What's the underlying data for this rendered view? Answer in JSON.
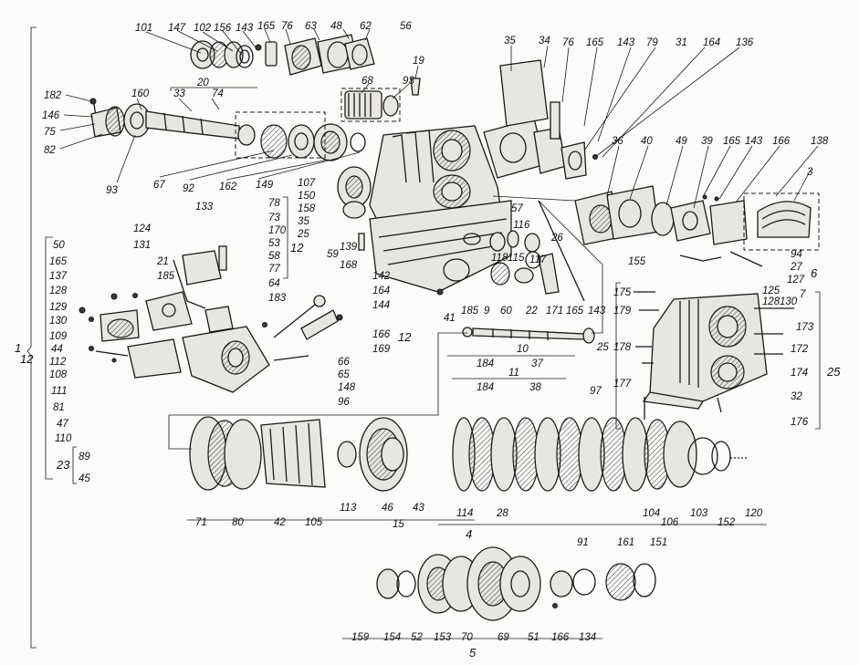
{
  "labels": {
    "top_left": [
      "101",
      "147",
      "102",
      "156",
      "143",
      "165",
      "76",
      "63",
      "48",
      "62",
      "56"
    ],
    "top_mid": [
      "35",
      "34",
      "76",
      "165",
      "143",
      "79",
      "31",
      "164",
      "136"
    ],
    "left_upper": [
      "182",
      "146",
      "75",
      "82",
      "160",
      "20",
      "33",
      "74",
      "68",
      "93",
      "19",
      "93",
      "67",
      "92",
      "162",
      "149"
    ],
    "center": [
      "107",
      "150",
      "158",
      "35",
      "25",
      "59",
      "57",
      "116",
      "26",
      "118",
      "115",
      "117",
      "139",
      "168",
      "9",
      "60",
      "22",
      "171",
      "165",
      "143",
      "185"
    ],
    "right_upper": [
      "36",
      "40",
      "49",
      "39",
      "165",
      "143",
      "166",
      "138",
      "3",
      "155",
      "94",
      "27",
      "127",
      "6",
      "125",
      "128",
      "130",
      "7"
    ],
    "left_mid": [
      "50",
      "165",
      "137",
      "128",
      "129",
      "130",
      "109",
      "44",
      "112",
      "108",
      "111",
      "81",
      "47",
      "110",
      "133",
      "124",
      "131",
      "21",
      "185",
      "78",
      "73",
      "170",
      "53",
      "58",
      "77",
      "64",
      "183",
      "12",
      "12",
      "142",
      "164",
      "144",
      "166",
      "169",
      "66",
      "65",
      "148",
      "96",
      "12",
      "23",
      "89",
      "45"
    ],
    "right_mid": [
      "41",
      "10",
      "37",
      "184",
      "11",
      "38",
      "184",
      "25",
      "97",
      "175",
      "179",
      "178",
      "177",
      "173",
      "172",
      "174",
      "32",
      "176",
      "25"
    ],
    "bottom_row": [
      "71",
      "80",
      "42",
      "105",
      "113",
      "46",
      "43",
      "15",
      "114",
      "28",
      "104",
      "106",
      "103",
      "152",
      "120",
      "4"
    ],
    "bottom_gears": [
      "159",
      "154",
      "52",
      "153",
      "70",
      "69",
      "51",
      "166",
      "134",
      "91",
      "161",
      "151",
      "5"
    ],
    "group_number": "1"
  }
}
